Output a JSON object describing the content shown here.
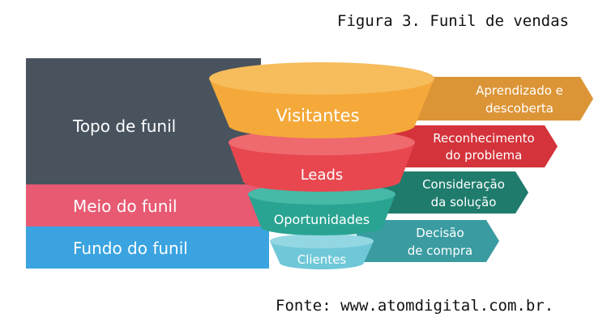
{
  "figure_title": "Figura 3. Funil de vendas",
  "source_note": "Fonte: www.atomdigital.com.br.",
  "bands": [
    {
      "label": "Topo de funil",
      "color": "#48535e"
    },
    {
      "label": "Meio do funil",
      "color": "#e75a72"
    },
    {
      "label": "Fundo do funil",
      "color": "#3aa3e0"
    }
  ],
  "stages": [
    {
      "label": "Visitantes",
      "color": "#f4a93a",
      "top_color": "#f7bc5c"
    },
    {
      "label": "Leads",
      "color": "#e8474f",
      "top_color": "#ef6a6e"
    },
    {
      "label": "Oportunidades",
      "color": "#2aa492",
      "top_color": "#46b9a7"
    },
    {
      "label": "Clientes",
      "color": "#6fc8d8",
      "top_color": "#93d7e3"
    }
  ],
  "arrows": [
    {
      "line1": "Aprendizado e",
      "line2": "descoberta",
      "color": "#dc9536"
    },
    {
      "line1": "Reconhecimento",
      "line2": "do problema",
      "color": "#d4333b"
    },
    {
      "line1": "Consideração",
      "line2": "da solução",
      "color": "#1f7c6d"
    },
    {
      "line1": "Decisão",
      "line2": "de compra",
      "color": "#3a9ca1"
    }
  ]
}
